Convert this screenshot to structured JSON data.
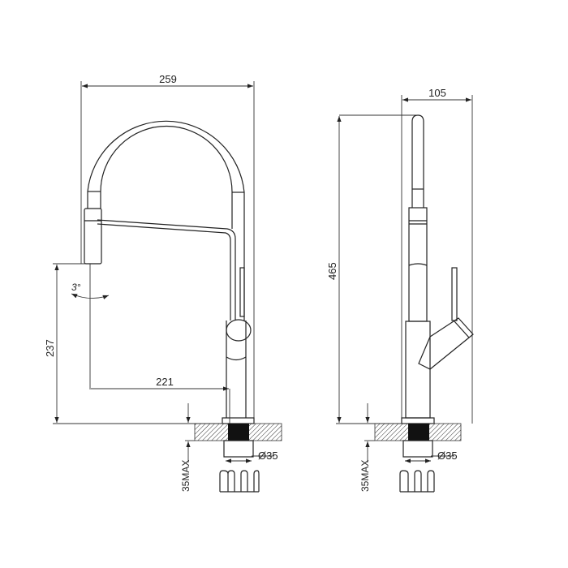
{
  "front_view": {
    "width_label": "259",
    "spout_height_label": "237",
    "reach_label": "221",
    "swivel_angle_label": "3°",
    "hole_diameter_label": "Ø35",
    "max_counter_label": "35MAX"
  },
  "side_view": {
    "depth_label": "105",
    "height_label": "465",
    "hole_diameter_label": "Ø35",
    "max_counter_label": "35MAX"
  },
  "colors": {
    "line": "#222222",
    "background": "#ffffff"
  }
}
